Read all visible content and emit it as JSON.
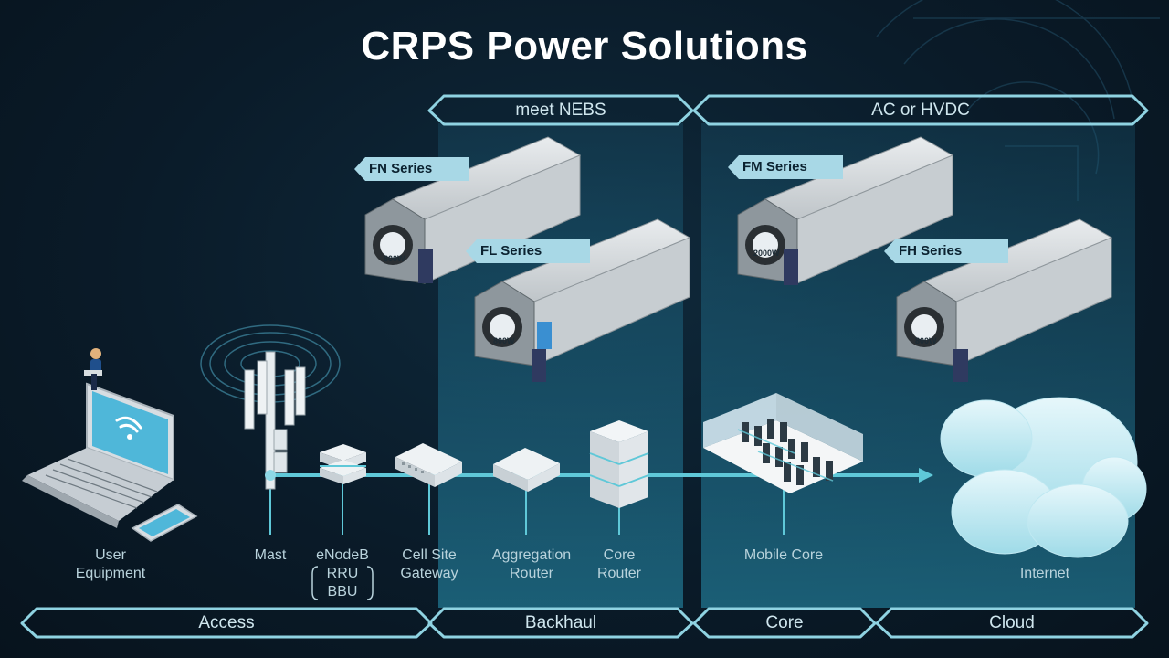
{
  "title": "CRPS Power Solutions",
  "top_segments": [
    {
      "label": "meet NEBS"
    },
    {
      "label": "AC or HVDC"
    }
  ],
  "bottom_segments": [
    {
      "label": "Access"
    },
    {
      "label": "Backhaul"
    },
    {
      "label": "Core"
    },
    {
      "label": "Cloud"
    }
  ],
  "psus": [
    {
      "tag": "FN Series",
      "rating": "800W"
    },
    {
      "tag": "FL Series",
      "rating": "800W"
    },
    {
      "tag": "FM Series",
      "rating": "2000W"
    },
    {
      "tag": "FH Series",
      "rating": "800W"
    }
  ],
  "nodes": {
    "user_equipment": "User\nEquipment",
    "mast": "Mast",
    "enodeb": "eNodeB",
    "rru": "RRU",
    "bbu": "BBU",
    "cell_site_gateway": "Cell Site\nGateway",
    "aggregation_router": "Aggregation\nRouter",
    "core_router": "Core\nRouter",
    "mobile_core": "Mobile Core",
    "internet": "Internet"
  },
  "colors": {
    "background": "#0a1b29",
    "accent": "#5fc8d8",
    "outline": "#8fd3e2",
    "tag_fill": "#a8d8e6"
  }
}
